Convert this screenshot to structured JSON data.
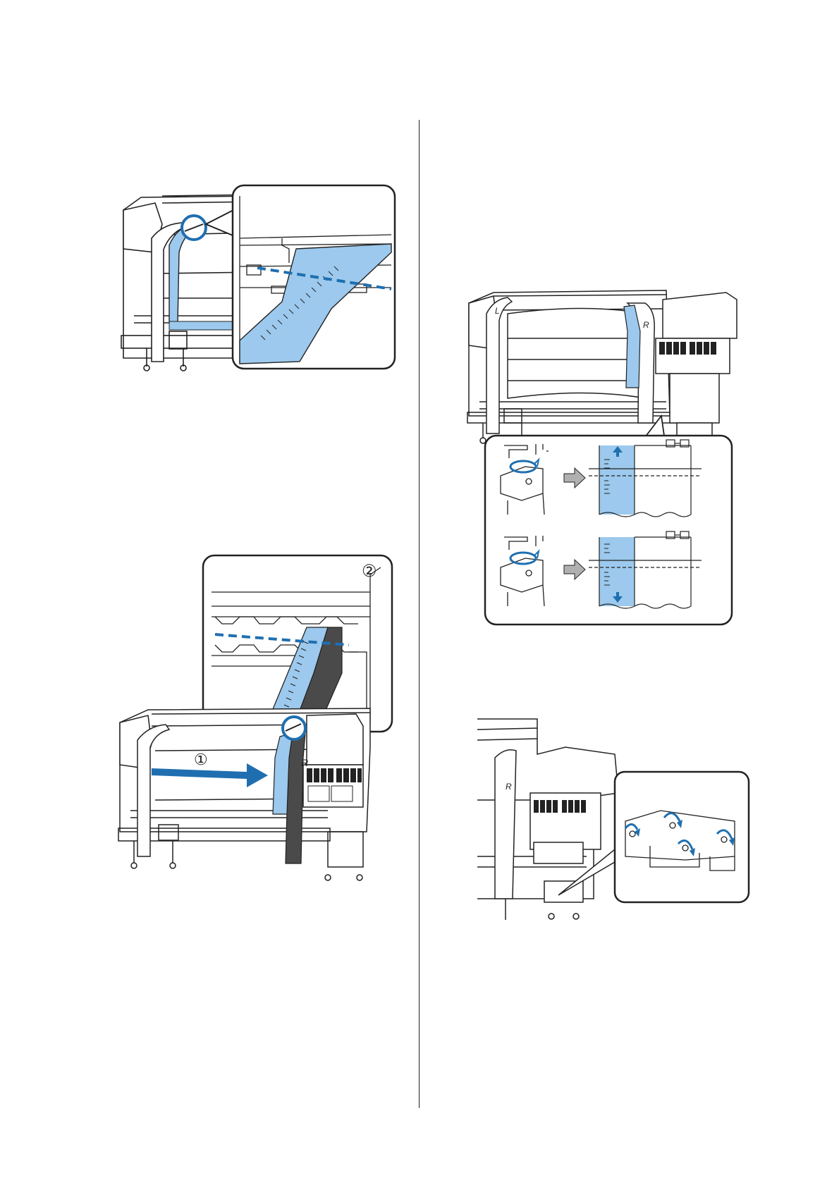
{
  "figure2": {
    "step1_marker": "①",
    "step2_marker": "②"
  },
  "figure3": {
    "left_label": "L",
    "right_label": "R"
  },
  "figure4": {
    "right_label": "R"
  },
  "colors": {
    "media_blue": "#9cc9ed",
    "accent_blue": "#1f6fb0",
    "dark_strap": "#4a4a4a",
    "gray_arrow": "#b0b0b0"
  }
}
